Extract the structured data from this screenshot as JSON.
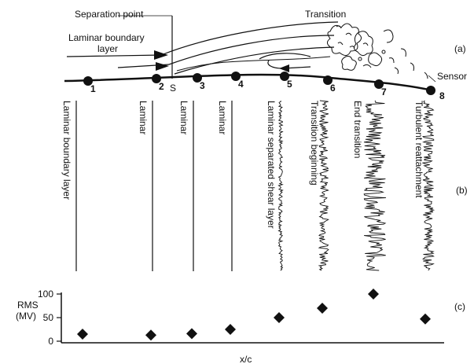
{
  "figure": {
    "panel_a": {
      "panel_label": "(a)",
      "separation_point": "Separation point",
      "laminar_boundary_layer": "Laminar boundary\nlayer",
      "transition": "Transition",
      "sensor": "Sensor",
      "separation_mark": "S",
      "sensor_numbers": [
        "1",
        "2",
        "3",
        "4",
        "5",
        "6",
        "7",
        "8"
      ]
    },
    "panel_b": {
      "panel_label": "(b)",
      "traces": [
        {
          "label": "Laminar boundary layer",
          "noise": 0
        },
        {
          "label": "Laminar",
          "noise": 0
        },
        {
          "label": "Laminar",
          "noise": 0
        },
        {
          "label": "Laminar",
          "noise": 0
        },
        {
          "label": "Laminar separated shear layer",
          "noise": 2.5
        },
        {
          "label": "Transition beginning",
          "noise": 6
        },
        {
          "label": "End transition",
          "noise": 14
        },
        {
          "label": "Turbulent reattachment",
          "noise": 7
        }
      ]
    },
    "panel_c": {
      "panel_label": "(c)",
      "ylabel_line1": "RMS",
      "ylabel_line2": "(MV)",
      "xlabel": "x/c",
      "yticks": [
        "100",
        "50",
        "0"
      ]
    }
  },
  "chart_data": {
    "type": "scatter",
    "title": "",
    "xlabel": "x/c",
    "ylabel": "RMS (MV)",
    "ylim": [
      0,
      100
    ],
    "x": [
      "1",
      "2",
      "3",
      "4",
      "5",
      "6",
      "7",
      "8"
    ],
    "series": [
      {
        "values": [
          15,
          13,
          16,
          25,
          50,
          70,
          100,
          47
        ]
      }
    ],
    "marker": "diamond",
    "grid": false
  }
}
